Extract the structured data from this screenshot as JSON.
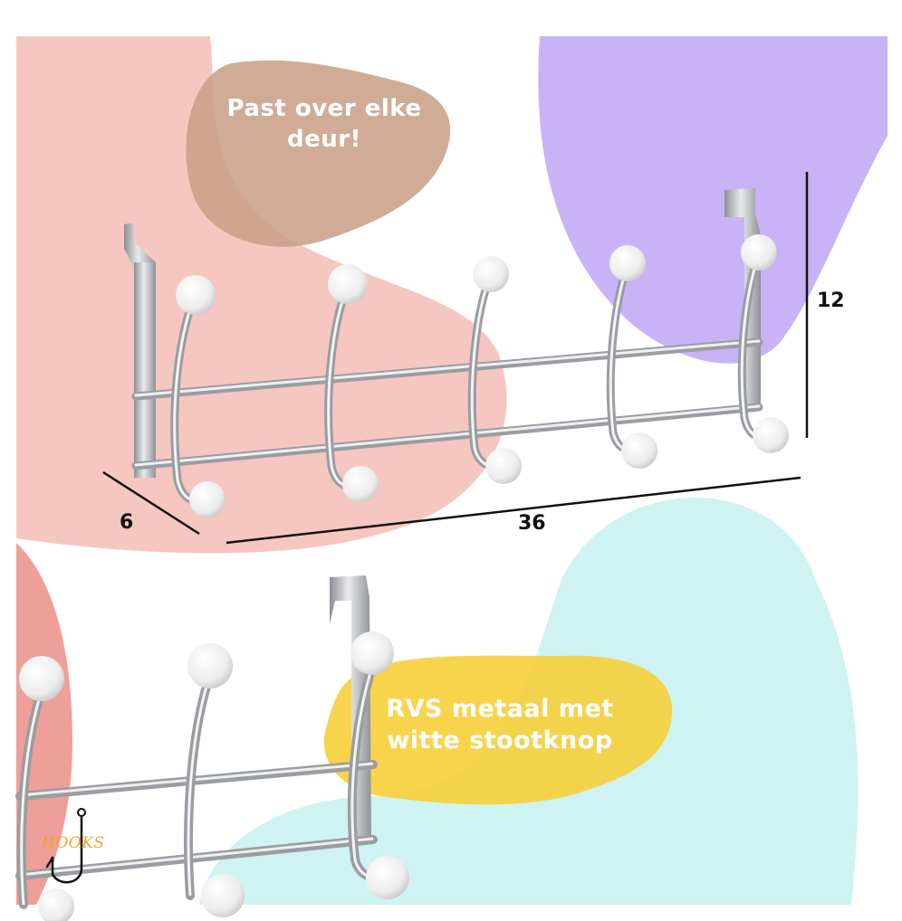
{
  "captions": {
    "door_fit": "Past over elke deur!",
    "material": "RVS metaal met witte stootknop"
  },
  "dimensions": {
    "height": "12",
    "width": "36",
    "depth": "6"
  },
  "brand": {
    "logo_text": "HOOKS",
    "logo_icon": "fish-hook-icon"
  },
  "colors": {
    "blob_pink": "#f5c7c0",
    "blob_brown": "#c9a088",
    "blob_purple": "#c8b3f6",
    "blob_cyan": "#cff2f3",
    "blob_yellow": "#f9d75a",
    "blob_salmon": "#ef9f99",
    "chrome": "#b5b8bc",
    "knob": "#f2f2f2",
    "logo": "#f2a22a"
  }
}
